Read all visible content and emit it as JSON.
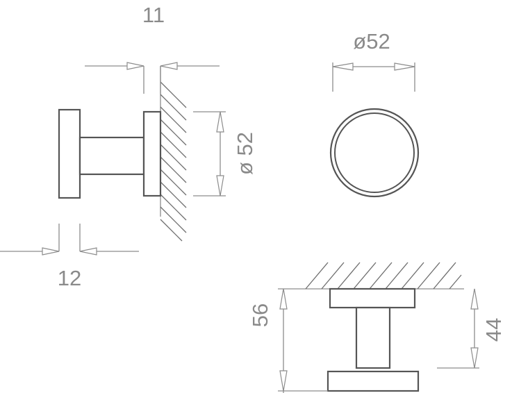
{
  "drawing": {
    "side_view": {
      "depth_label": "11",
      "rosette_thickness_label": "12",
      "diameter_label": "ø 52"
    },
    "front_view": {
      "diameter_label": "ø52"
    },
    "top_view": {
      "overall_height_label": "56",
      "projection_label": "44"
    }
  }
}
